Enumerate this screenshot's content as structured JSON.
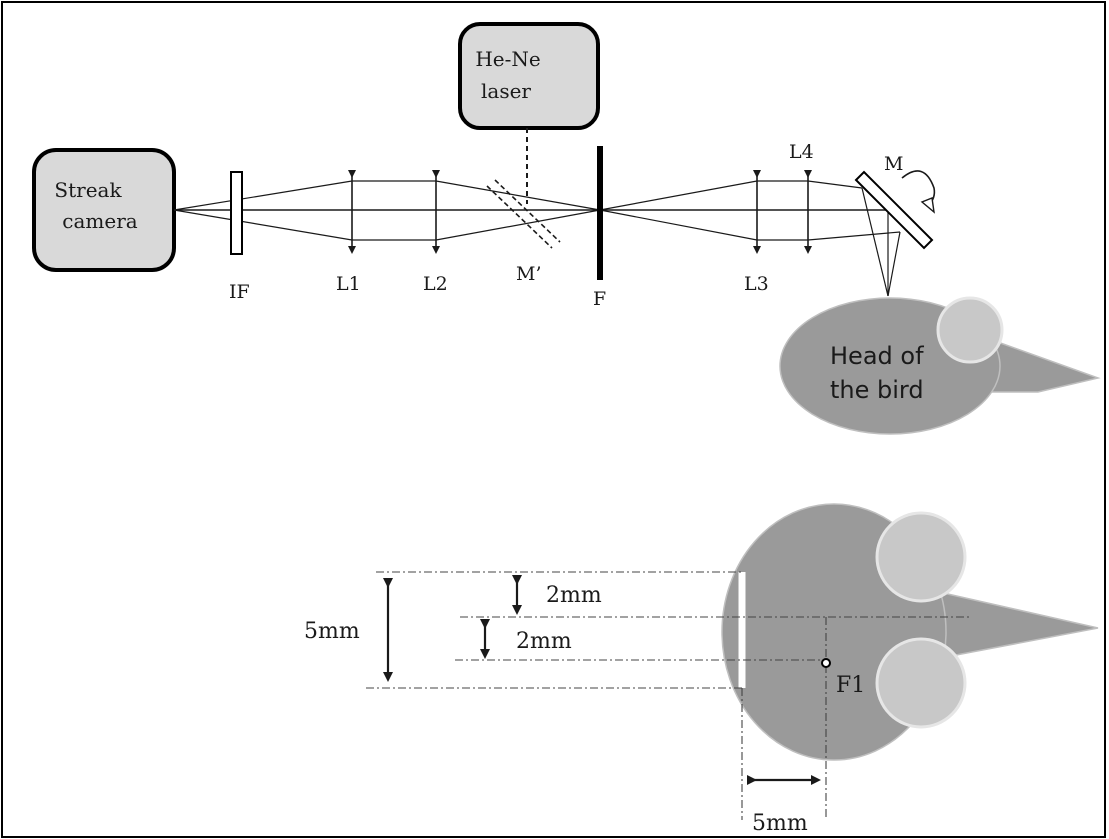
{
  "components": {
    "streak_camera": {
      "line1": "Streak",
      "line2": "camera"
    },
    "laser": {
      "line1": "He-Ne",
      "line2": "laser"
    },
    "labels": {
      "IF": "IF",
      "L1": "L1",
      "L2": "L2",
      "M_prime": "M’",
      "F": "F",
      "L3": "L3",
      "L4": "L4",
      "M": "M"
    },
    "head": {
      "line1": "Head of",
      "line2": "the bird"
    }
  },
  "dimensions": {
    "left_height": "5mm",
    "upper_gap": "2mm",
    "lower_gap": "2mm",
    "bottom_width": "5mm",
    "focus_label": "F1"
  },
  "colors": {
    "frame": "#000000",
    "box_fill": "#d9d9d9",
    "head_fill": "#9a9a9a",
    "eye_fill": "#c8c8c8",
    "line": "#1a1a1a"
  }
}
